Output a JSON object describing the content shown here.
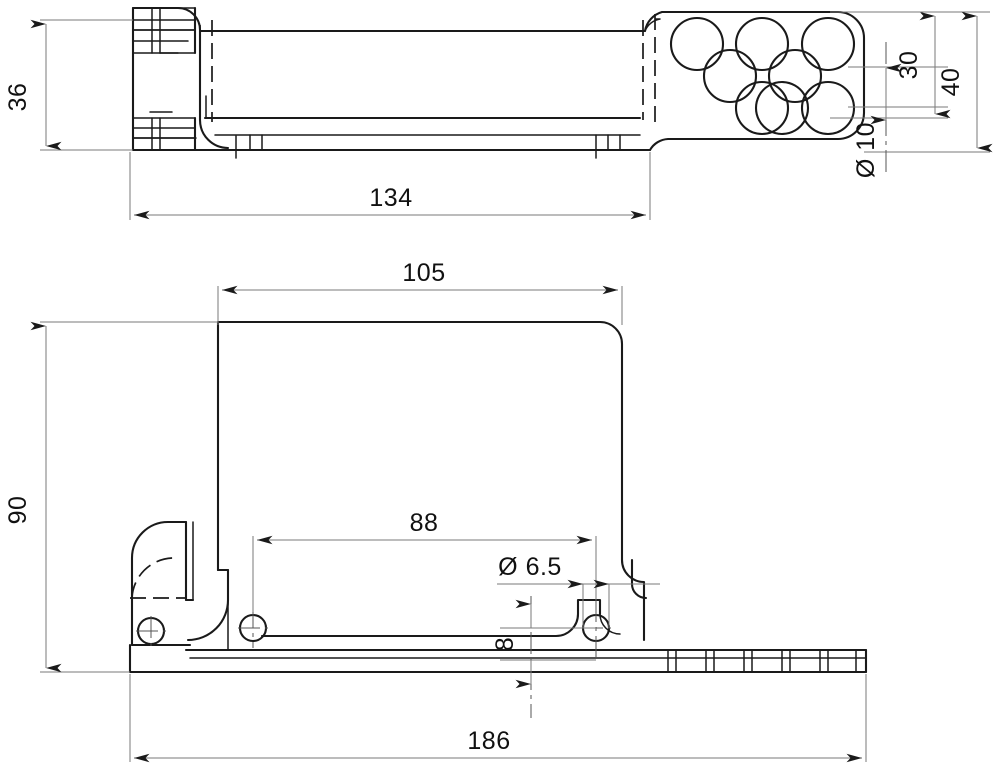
{
  "document": {
    "type": "technical-drawing",
    "title": "Mechanical Bracket Orthographic Drawing",
    "views": [
      "side-elevation",
      "plan-view"
    ],
    "units": "mm",
    "background_color": "#ffffff",
    "line_color": "#1a1a1a",
    "dimension_color": "#7a7a7a"
  },
  "dimensions": {
    "height_36": {
      "label": "36",
      "value": 36,
      "orientation": "vertical",
      "view": "side-elevation"
    },
    "length_134": {
      "label": "134",
      "value": 134,
      "orientation": "horizontal",
      "view": "side-elevation"
    },
    "height_30": {
      "label": "30",
      "value": 30,
      "orientation": "vertical",
      "view": "side-elevation"
    },
    "height_40": {
      "label": "40",
      "value": 40,
      "orientation": "vertical",
      "view": "side-elevation"
    },
    "dia_10": {
      "label": "Ø 10",
      "value": 10,
      "orientation": "vertical",
      "view": "side-elevation"
    },
    "length_105": {
      "label": "105",
      "value": 105,
      "orientation": "horizontal",
      "view": "plan-view"
    },
    "height_90": {
      "label": "90",
      "value": 90,
      "orientation": "vertical",
      "view": "plan-view"
    },
    "length_88": {
      "label": "88",
      "value": 88,
      "orientation": "horizontal",
      "view": "plan-view"
    },
    "dia_65": {
      "label": "Ø 6.5",
      "value": 6.5,
      "orientation": "horizontal",
      "view": "plan-view"
    },
    "offset_8": {
      "label": "8",
      "value": 8,
      "orientation": "vertical",
      "view": "plan-view"
    },
    "length_186": {
      "label": "186",
      "value": 186,
      "orientation": "horizontal",
      "view": "plan-view"
    }
  },
  "features": {
    "vent_holes": {
      "name": "perforated-hole-pattern",
      "count": 8,
      "diameter_label": "Ø 10",
      "arrangement": "staggered-3-2-3",
      "view": "side-elevation"
    },
    "mounting_holes": {
      "name": "mounting-hole-pair",
      "count": 2,
      "diameter_label": "Ø 6.5",
      "spacing_label": "88",
      "view": "plan-view"
    },
    "pivot_hole": {
      "name": "pivot-hole",
      "count": 1,
      "view": "plan-view"
    },
    "ribs": {
      "name": "rib-pattern",
      "count": 6,
      "view": "plan-view"
    }
  }
}
